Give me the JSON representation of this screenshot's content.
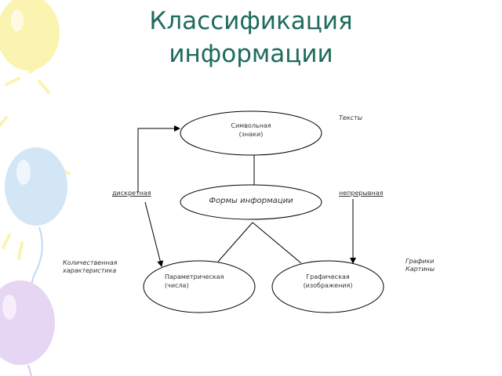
{
  "title": {
    "line1": "Классификация",
    "line2": "информации"
  },
  "diagram": {
    "nodes": {
      "symbolic": {
        "line1": "Символьная",
        "line2": "(знаки)"
      },
      "center": {
        "label": "Формы информации"
      },
      "parametric": {
        "line1": "Параметрическая",
        "line2": "(числа)"
      },
      "graphic": {
        "line1": "Графическая",
        "line2": "(изображения)"
      }
    },
    "labels": {
      "discrete": "дискретная",
      "continuous": "непрерывная",
      "texts": "Тексты",
      "quantitative_line1": "Количественная",
      "quantitative_line2": "характеристика",
      "graphs": "Графики",
      "pictures": "Картины"
    }
  },
  "colors": {
    "title": "#1f6b5e",
    "lines": "#000000",
    "balloon_yellow": "#fbf3a8",
    "balloon_blue": "#cfe4f6",
    "balloon_purple": "#e4d2f2"
  }
}
